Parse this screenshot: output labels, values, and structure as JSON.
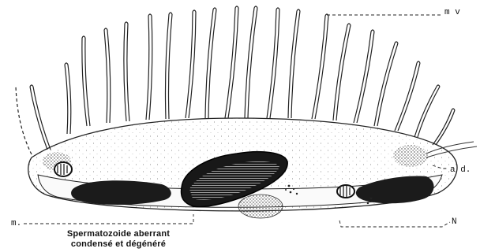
{
  "labels": {
    "mv": "m v",
    "ad": "a d.",
    "m": "m.",
    "N": "N"
  },
  "caption": {
    "line1": "Spermatozoide aberrant",
    "line2": "condensé et dégénéré"
  }
}
